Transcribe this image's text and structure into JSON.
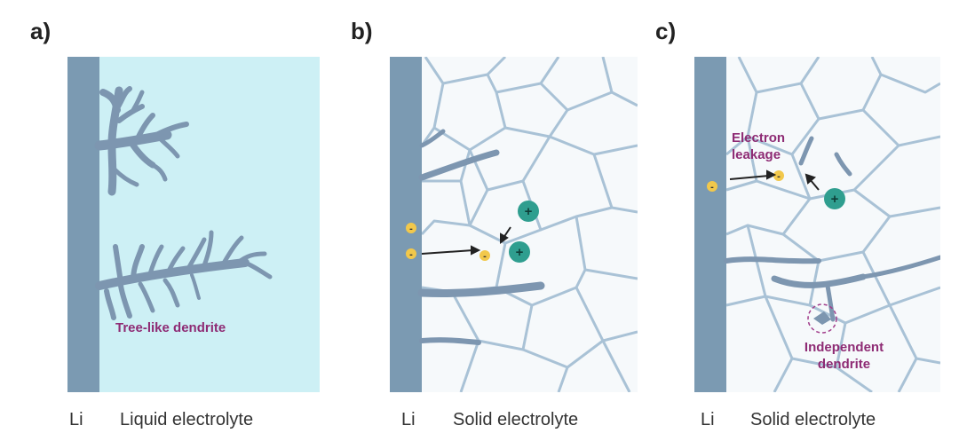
{
  "panels": [
    {
      "id": "a",
      "label": "a)",
      "electrode_label": "Li",
      "electrolyte_label": "Liquid electrolyte",
      "annotation": "Tree-like dendrite"
    },
    {
      "id": "b",
      "label": "b)",
      "electrode_label": "Li",
      "electrolyte_label": "Solid electrolyte",
      "cation_symbol": "+",
      "electron_symbol": "-"
    },
    {
      "id": "c",
      "label": "c)",
      "electrode_label": "Li",
      "electrolyte_label": "Solid electrolyte",
      "annotation_leak": "Electron leakage",
      "annotation_independent": "Independent dendrite",
      "cation_symbol": "+",
      "electron_symbol": "-"
    }
  ],
  "colors": {
    "electrode": "#7b9ab2",
    "liquid_electrolyte": "#cdf0f5",
    "grain_fill": "#f6f9fb",
    "grain_boundary": "#a9c2d6",
    "dendrite": "#7d96b0",
    "annotation": "#8e2b74",
    "cation": "#2f9e8f",
    "electron": "#f2c84b"
  }
}
